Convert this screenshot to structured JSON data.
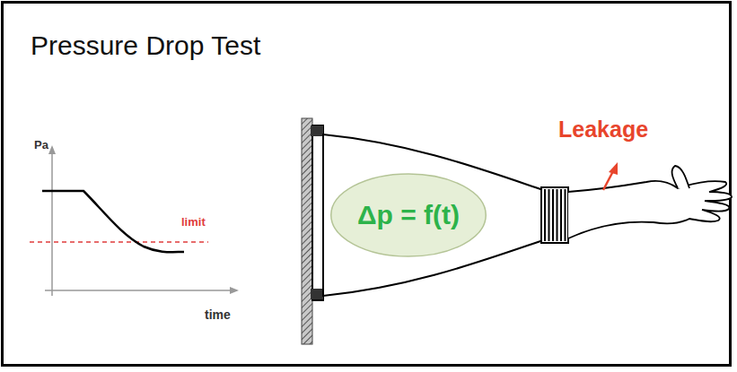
{
  "diagram": {
    "title": "Pressure Drop Test",
    "nodes": [
      {
        "text": [
          "Δp = f(t)"
        ]
      }
    ],
    "labels": [
      "Pa",
      "limit",
      "time",
      "Leakage"
    ]
  }
}
